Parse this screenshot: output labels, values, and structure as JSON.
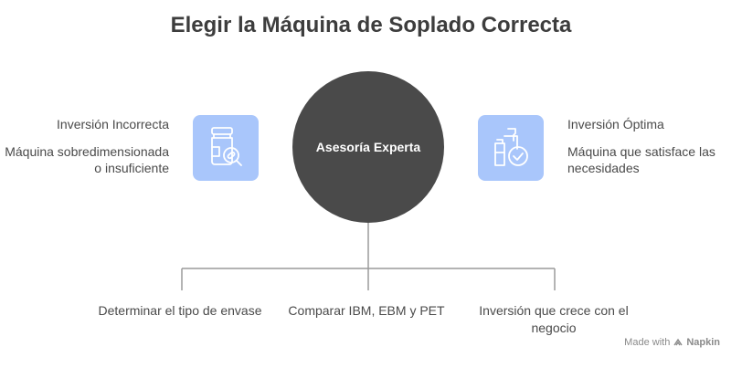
{
  "title": "Elegir la Máquina de Soplado Correcta",
  "center": {
    "label": "Asesoría Experta"
  },
  "left": {
    "heading": "Inversión Incorrecta",
    "description": "Máquina sobredimensionada o insuficiente",
    "icon": "medicine-bottle-search-icon"
  },
  "right": {
    "heading": "Inversión Óptima",
    "description": "Máquina que satisface las necesidades",
    "icon": "bottles-check-icon"
  },
  "bottom": [
    {
      "label": "Determinar el tipo de envase"
    },
    {
      "label": "Comparar IBM, EBM y PET"
    },
    {
      "label": "Inversión que crece con el negocio"
    }
  ],
  "watermark": {
    "prefix": "Made with",
    "brand": "Napkin"
  },
  "colors": {
    "circle": "#4a4a4a",
    "icon_box": "#a9c6fb",
    "icon_stroke": "#ffffff",
    "line": "#9a9a9a"
  }
}
